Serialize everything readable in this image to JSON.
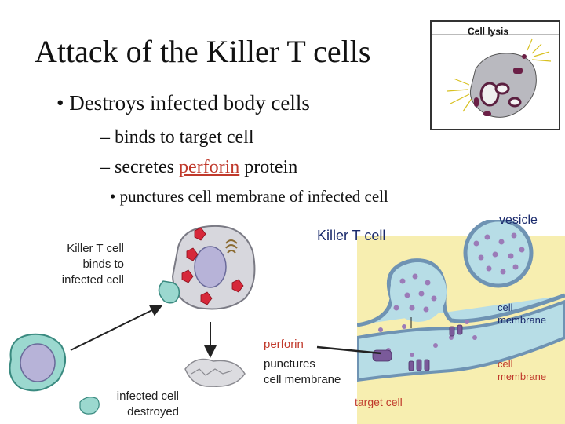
{
  "title": "Attack of the Killer T cells",
  "bullets": {
    "main": "Destroys infected body cells",
    "sub1": "– binds to target cell",
    "sub2_prefix": "– secretes ",
    "sub2_term": "perforin",
    "sub2_suffix": " protein",
    "subsub": "punctures cell membrane of infected cell"
  },
  "inset": {
    "label": "Cell lysis"
  },
  "left_figure": {
    "binds_line1": "Killer T cell",
    "binds_line2": "binds to",
    "binds_line3": "infected cell",
    "destroyed_line1": "infected cell",
    "destroyed_line2": "destroyed"
  },
  "right_figure": {
    "killer_label": "Killer T cell",
    "vesicle_label": "vesicle",
    "membrane1_line1": "cell",
    "membrane1_line2": "membrane",
    "membrane2_line1": "cell",
    "membrane2_line2": "membrane",
    "perforin_label": "perforin",
    "punctures_line1": "punctures",
    "punctures_line2": "cell membrane",
    "target_label": "target cell"
  },
  "colors": {
    "label_navy": "#1a2a6c",
    "perforin_red": "#c0392b",
    "membrane_blue": "#6f93b3",
    "background_yellow": "#f7eeb0"
  }
}
